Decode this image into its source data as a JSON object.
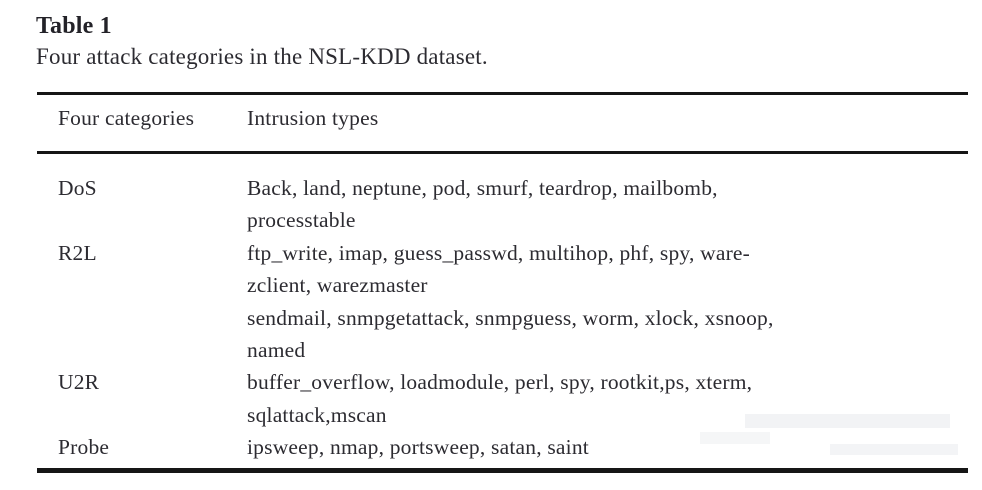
{
  "title": "Table 1",
  "caption": "Four attack categories in the NSL-KDD dataset.",
  "colors": {
    "text": "#2c2b31",
    "rule": "#161616",
    "background": "#ffffff"
  },
  "table": {
    "headers": [
      "Four categories",
      "Intrusion types"
    ],
    "rows": [
      {
        "category": "DoS",
        "lines": [
          "Back, land, neptune, pod, smurf, teardrop, mailbomb,",
          "processtable"
        ]
      },
      {
        "category": "R2L",
        "lines": [
          "ftp_write, imap, guess_passwd, multihop, phf, spy, ware-",
          "zclient, warezmaster",
          "sendmail, snmpgetattack, snmpguess, worm, xlock, xsnoop,",
          "named"
        ]
      },
      {
        "category": "U2R",
        "lines": [
          "buffer_overflow, loadmodule, perl, spy, rootkit,ps, xterm,",
          "sqlattack,mscan"
        ]
      },
      {
        "category": "Probe",
        "lines": [
          "ipsweep, nmap, portsweep, satan, saint"
        ]
      }
    ]
  }
}
